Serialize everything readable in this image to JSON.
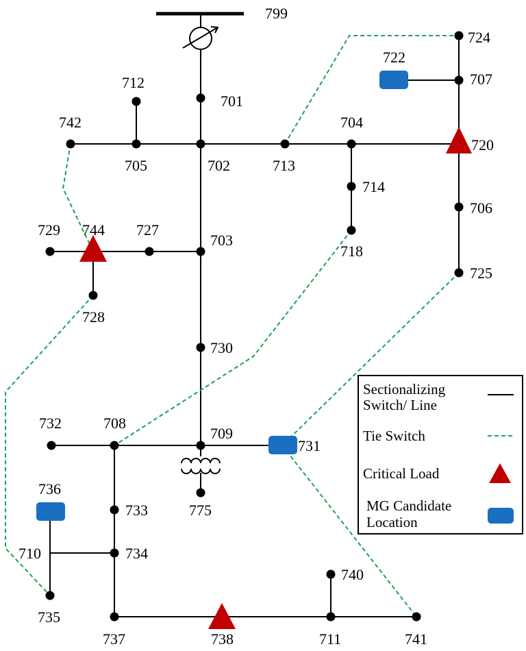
{
  "colors": {
    "line": "#000000",
    "tie": "#1fa050",
    "critical": "#c00000",
    "mg": "#1a6fc0"
  },
  "nodes": [
    {
      "id": "799",
      "label": "799"
    },
    {
      "id": "701",
      "label": "701"
    },
    {
      "id": "712",
      "label": "712"
    },
    {
      "id": "742",
      "label": "742"
    },
    {
      "id": "705",
      "label": "705"
    },
    {
      "id": "702",
      "label": "702"
    },
    {
      "id": "713",
      "label": "713"
    },
    {
      "id": "704",
      "label": "704"
    },
    {
      "id": "720",
      "label": "720"
    },
    {
      "id": "724",
      "label": "724"
    },
    {
      "id": "722",
      "label": "722"
    },
    {
      "id": "707",
      "label": "707"
    },
    {
      "id": "714",
      "label": "714"
    },
    {
      "id": "718",
      "label": "718"
    },
    {
      "id": "706",
      "label": "706"
    },
    {
      "id": "725",
      "label": "725"
    },
    {
      "id": "729",
      "label": "729"
    },
    {
      "id": "744",
      "label": "744"
    },
    {
      "id": "727",
      "label": "727"
    },
    {
      "id": "703",
      "label": "703"
    },
    {
      "id": "728",
      "label": "728"
    },
    {
      "id": "730",
      "label": "730"
    },
    {
      "id": "732",
      "label": "732"
    },
    {
      "id": "708",
      "label": "708"
    },
    {
      "id": "709",
      "label": "709"
    },
    {
      "id": "731",
      "label": "731"
    },
    {
      "id": "775",
      "label": "775"
    },
    {
      "id": "736",
      "label": "736"
    },
    {
      "id": "733",
      "label": "733"
    },
    {
      "id": "710",
      "label": "710"
    },
    {
      "id": "734",
      "label": "734"
    },
    {
      "id": "735",
      "label": "735"
    },
    {
      "id": "740",
      "label": "740"
    },
    {
      "id": "737",
      "label": "737"
    },
    {
      "id": "738",
      "label": "738"
    },
    {
      "id": "711",
      "label": "711"
    },
    {
      "id": "741",
      "label": "741"
    }
  ],
  "legend": {
    "sectionalizing_line1": "Sectionalizing",
    "sectionalizing_line2": "Switch/ Line",
    "tie_switch": "Tie Switch",
    "critical_load": "Critical Load",
    "mg_line1": "MG Candidate",
    "mg_line2": "Location"
  }
}
